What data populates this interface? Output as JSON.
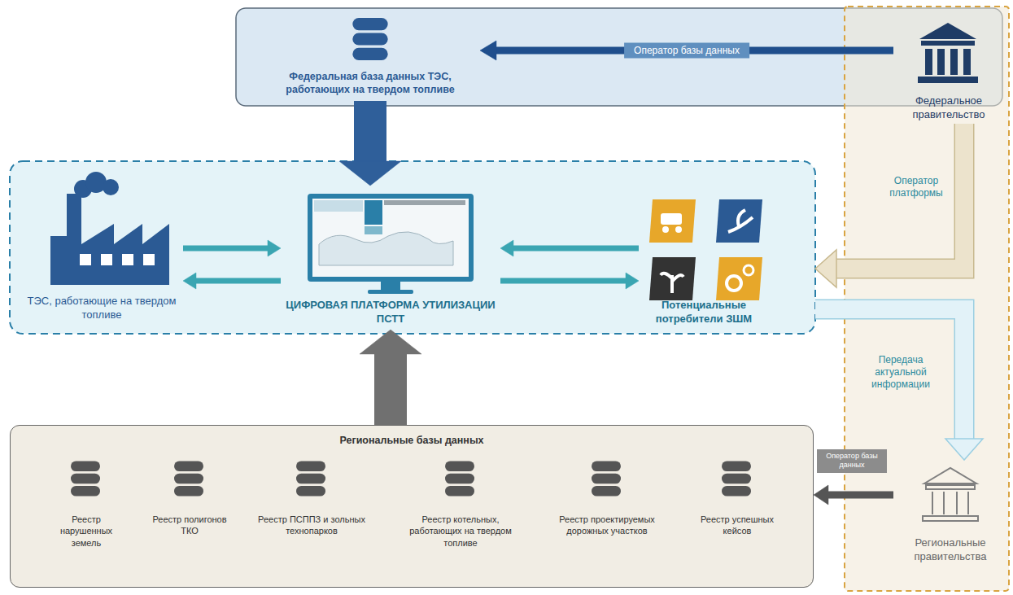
{
  "diagram": {
    "nodes": [
      {
        "text": [
          "Федеральная база данных ТЭС, работающих на твердом топливе"
        ]
      },
      {
        "text": [
          "Федеральное правительство"
        ]
      },
      {
        "text": [
          "ТЭС, работающие на твердом топливе"
        ]
      },
      {
        "text": [
          "ЦИФРОВАЯ ПЛАТФОРМА УТИЛИЗАЦИИ ПСТТ"
        ]
      },
      {
        "text": [
          "Потенциальные потребители ЗШМ"
        ]
      },
      {
        "text": [
          "Региональные базы данных"
        ]
      },
      {
        "text": [
          "Реестр нарушенных земель"
        ],
        "in": 5
      },
      {
        "text": [
          "Реестр полигонов ТКО"
        ],
        "in": 5
      },
      {
        "text": [
          "Реестр ПСППЗ и зольных технопарков"
        ],
        "in": 5
      },
      {
        "text": [
          "Реестр котельных, работающих на твердом топливе"
        ],
        "in": 5
      },
      {
        "text": [
          "Реестр проектируемых дорожных участков"
        ],
        "in": 5
      },
      {
        "text": [
          "Реестр успешных кейсов"
        ],
        "in": 5
      },
      {
        "text": [
          "Региональные правительства"
        ]
      }
    ],
    "edges": [
      {
        "from": 1,
        "to": 0,
        "arrow": "to",
        "label": "Оператор базы данных"
      },
      {
        "from": 0,
        "to": 3,
        "arrow": "to"
      },
      {
        "from": 2,
        "to": 3,
        "arrow": "to"
      },
      {
        "from": 3,
        "to": 2,
        "arrow": "to"
      },
      {
        "from": 4,
        "to": 3,
        "arrow": "to"
      },
      {
        "from": 3,
        "to": 4,
        "arrow": "to"
      },
      {
        "from": 1,
        "to": 3,
        "arrow": "to",
        "label": "Оператор платформы"
      },
      {
        "from": 3,
        "to": 12,
        "arrow": "to",
        "label": "Передача актуальной информации"
      },
      {
        "from": 12,
        "to": 5,
        "arrow": "to",
        "label": "Оператор базы данных"
      },
      {
        "from": 5,
        "to": 3,
        "arrow": "to"
      }
    ]
  }
}
